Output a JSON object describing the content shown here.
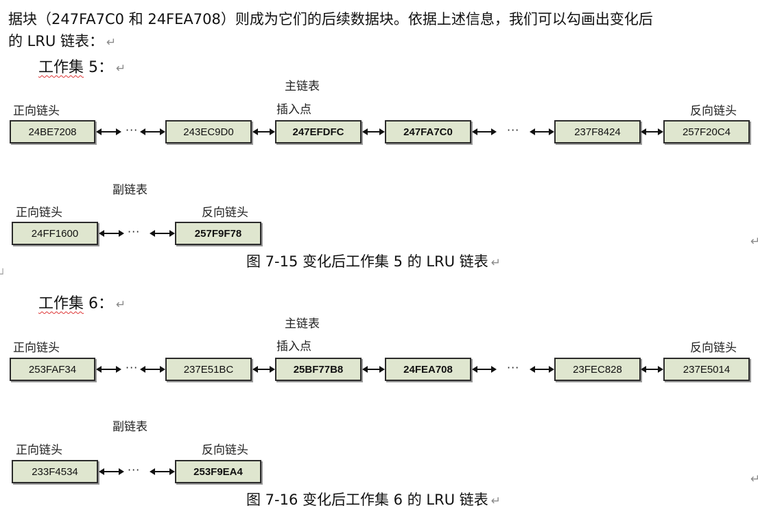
{
  "intro": {
    "line1": "据块（247FA7C0 和  24FEA708）则成为它们的后续数据块。依据上述信息，我们可以勾画出变化后",
    "line2": "的  LRU 链表："
  },
  "paragraph_mark": "↵",
  "ellipsis": "···",
  "figures": [
    {
      "title_word": "工作集",
      "title_num": " 5：",
      "main_label": "主链表",
      "forward_head": "正向链头",
      "insert_point": "插入点",
      "reverse_head": "反向链头",
      "main_nodes": [
        "24BE7208",
        "243EC9D0",
        "247EFDFC",
        "247FA7C0",
        "237F8424",
        "257F20C4"
      ],
      "sub_label": "副链表",
      "sub_forward_head": "正向链头",
      "sub_reverse_head": "反向链头",
      "sub_nodes": [
        "24FF1600",
        "257F9F78"
      ],
      "caption": "图  7-15 变化后工作集  5 的  LRU 链表"
    },
    {
      "title_word": "工作集",
      "title_num": " 6：",
      "main_label": "主链表",
      "forward_head": "正向链头",
      "insert_point": "插入点",
      "reverse_head": "反向链头",
      "main_nodes": [
        "253FAF34",
        "237E51BC",
        "25BF77B8",
        "24FEA708",
        "23FEC828",
        "237E5014"
      ],
      "sub_label": "副链表",
      "sub_forward_head": "正向链头",
      "sub_reverse_head": "反向链头",
      "sub_nodes": [
        "233F4534",
        "253F9EA4"
      ],
      "caption": "图  7-16 变化后工作集  6 的  LRU 链表"
    }
  ]
}
